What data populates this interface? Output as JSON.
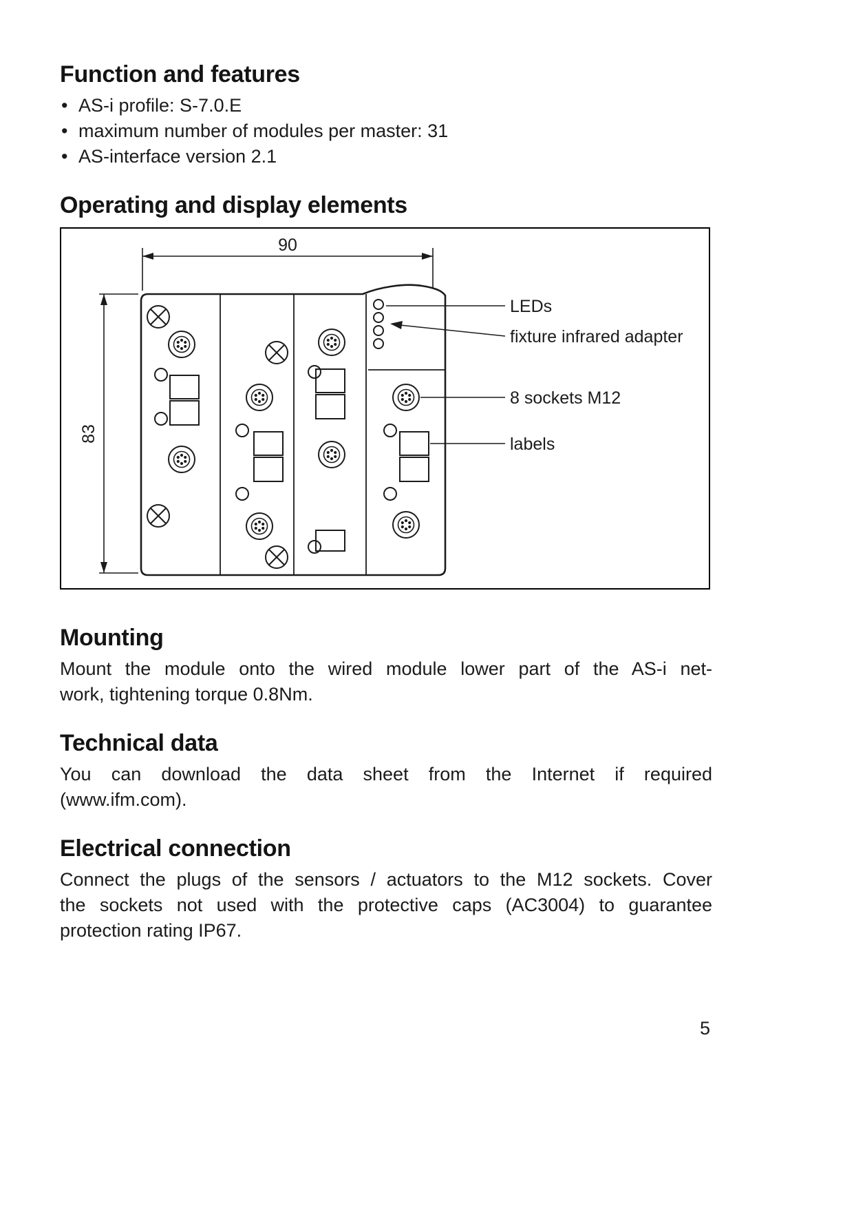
{
  "function_features": {
    "heading": "Function and features",
    "bullets": [
      "AS-i profile: S-7.0.E",
      "maximum number of modules per master: 31",
      "AS-interface version 2.1"
    ]
  },
  "operating": {
    "heading": "Operating and display elements"
  },
  "diagram": {
    "dim_width": "90",
    "dim_height": "83",
    "callout_leds": "LEDs",
    "callout_adapter": "fixture infrared adapter",
    "callout_sockets": "8 sockets M12",
    "callout_labels": "labels"
  },
  "mounting": {
    "heading": "Mounting",
    "lines": [
      "Mount the module onto the wired module lower part of the AS-i net-",
      "work, tightening torque 0.8Nm."
    ]
  },
  "technical": {
    "heading": "Technical data",
    "lines": [
      "You can download the data sheet from the Internet if required",
      "(www.ifm.com)."
    ]
  },
  "electrical": {
    "heading": "Electrical connection",
    "lines": [
      "Connect the plugs of the sensors / actuators to the M12 sockets. Cover",
      "the sockets not used with the protective caps (AC3004) to guarantee",
      "protection rating IP67."
    ]
  },
  "page_number": "5"
}
